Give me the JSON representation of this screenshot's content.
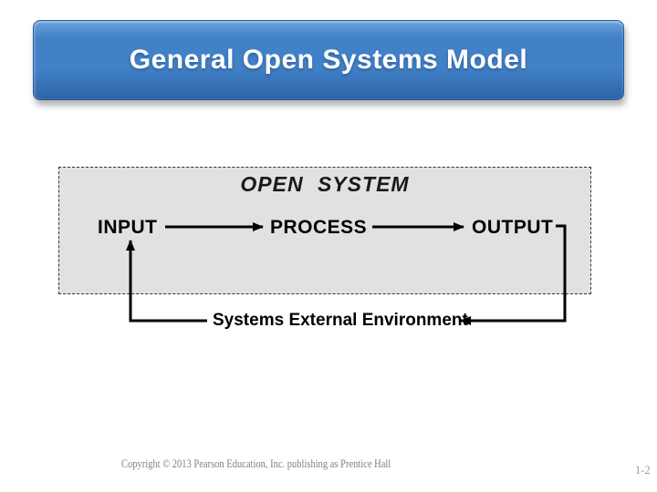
{
  "slide": {
    "title": "General Open Systems Model",
    "diagram": {
      "box_label": "OPEN SYSTEM",
      "nodes": [
        "INPUT",
        "PROCESS",
        "OUTPUT"
      ],
      "feedback_label": "Systems External Environment"
    },
    "footer": {
      "copyright": "Copyright © 2013 Pearson Education, Inc. publishing as Prentice Hall",
      "page_number": "1-2"
    }
  },
  "colors": {
    "banner_top": "#6ba2db",
    "banner_mid": "#4181c8",
    "banner_bottom": "#2e64a6",
    "banner_border": "#2a5a94",
    "banner_text": "#ffffff",
    "box_fill": "#e1e1e1",
    "line": "#000000",
    "footer_text": "#808080",
    "page_number": "#9a9a9a"
  }
}
